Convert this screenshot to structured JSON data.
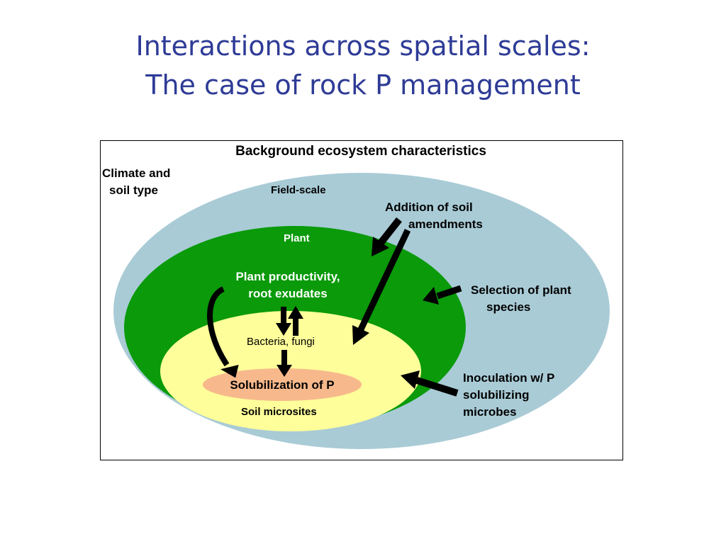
{
  "title": {
    "line1": "Interactions across spatial scales:",
    "line2": "The case of rock P management"
  },
  "diagram": {
    "box_title": "Background ecosystem characteristics",
    "climate": {
      "line1": "Climate and",
      "line2": "soil type"
    },
    "field_scale": "Field-scale",
    "plant": "Plant",
    "productivity": {
      "line1": "Plant productivity,",
      "line2": "root exudates"
    },
    "bacteria": "Bacteria, fungi",
    "solubilization": "Solubilization of P",
    "soil_microsites": "Soil microsites",
    "amendments": {
      "line1": "Addition of soil",
      "line2": "amendments"
    },
    "selection": {
      "line1": "Selection of plant",
      "line2": "species"
    },
    "inoculation": {
      "line1": "Inoculation w/ P",
      "line2": "solubilizing",
      "line3": "microbes"
    }
  },
  "colors": {
    "title": "#2e3b96",
    "field": "#a9cbd6",
    "plant": "#0a9a0a",
    "soil": "#fefe9a",
    "solubilization": "#f7b98c",
    "arrow": "#000000"
  }
}
